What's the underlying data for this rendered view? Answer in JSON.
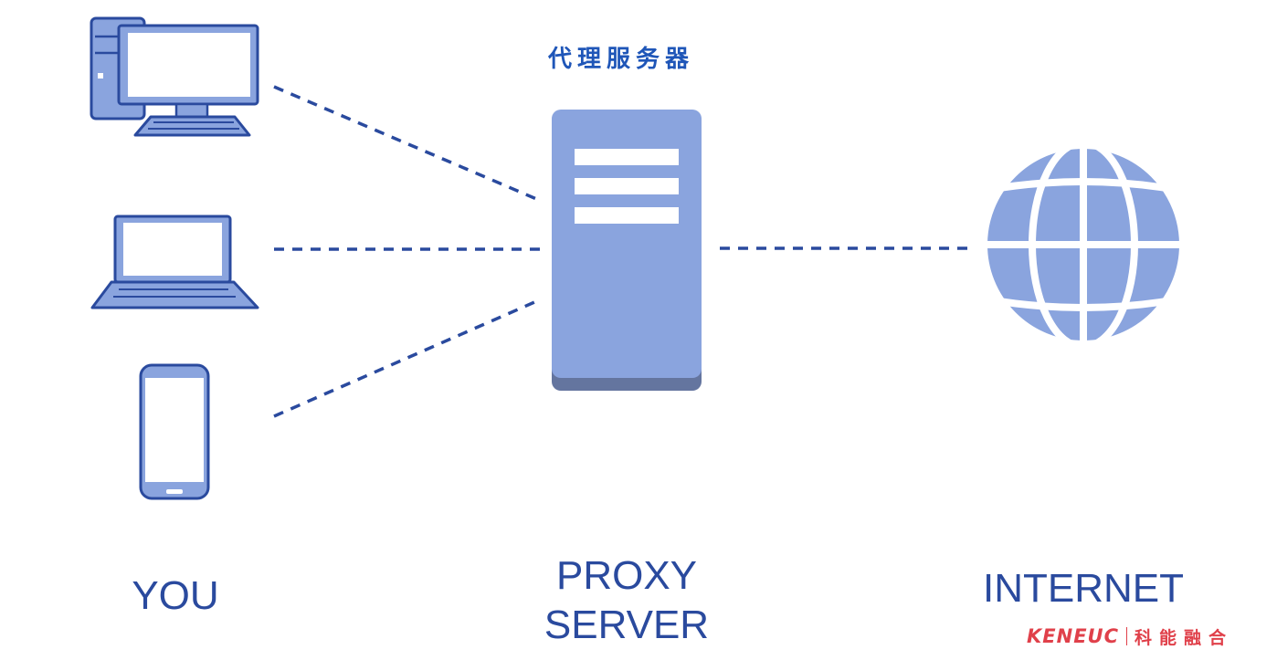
{
  "diagram": {
    "title_cn": "代理服务器",
    "nodes": {
      "you": {
        "label": "YOU",
        "devices": [
          "desktop-computer-icon",
          "laptop-icon",
          "smartphone-icon"
        ]
      },
      "proxy": {
        "label_line1": "PROXY",
        "label_line2": "SERVER",
        "icon": "server-icon"
      },
      "internet": {
        "label": "INTERNET",
        "icon": "globe-icon"
      }
    },
    "connections": [
      {
        "from": "desktop",
        "to": "proxy",
        "style": "dashed"
      },
      {
        "from": "laptop",
        "to": "proxy",
        "style": "dashed"
      },
      {
        "from": "smartphone",
        "to": "proxy",
        "style": "dashed"
      },
      {
        "from": "proxy",
        "to": "internet",
        "style": "dashed"
      }
    ]
  },
  "colors": {
    "icon_fill": "#8aa4de",
    "icon_stroke": "#2a4a9e",
    "line": "#2a4a9e",
    "label": "#2a4a9e",
    "brand": "#e0404a"
  },
  "branding": {
    "name_en": "KENEUC",
    "name_cn": "科能融合"
  }
}
